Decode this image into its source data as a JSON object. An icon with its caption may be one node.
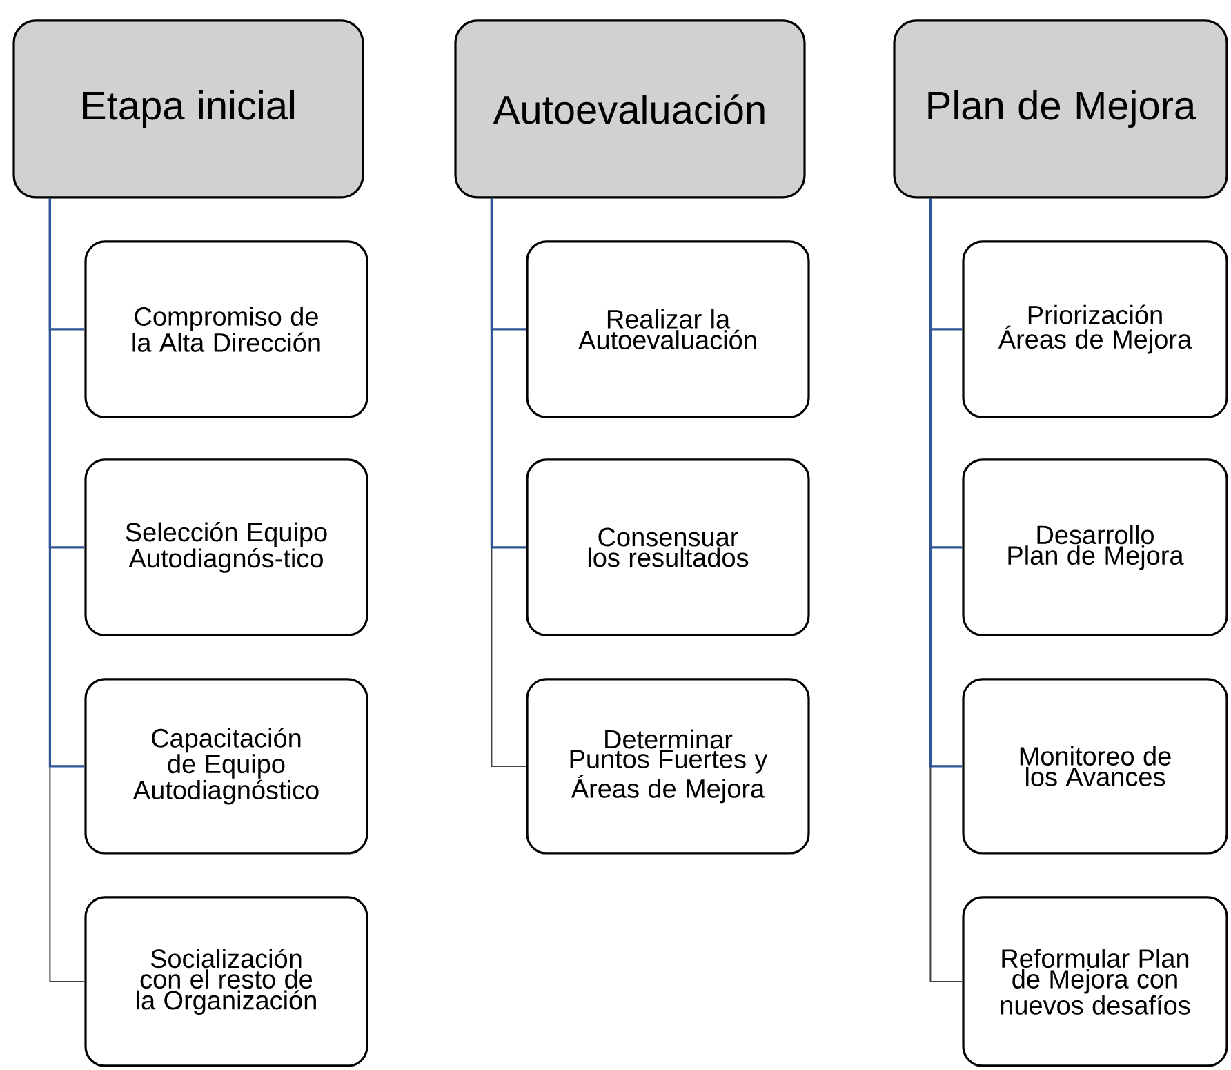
{
  "diagram": {
    "nodes": [
      {
        "text": [
          "Etapa inicial"
        ]
      },
      {
        "text": [
          "Compromiso de la Alta Dirección"
        ]
      },
      {
        "text": [
          "Selección Equipo Autodiagnós-tico"
        ]
      },
      {
        "text": [
          "Capacitación de Equipo Autodiagnóstico"
        ]
      },
      {
        "text": [
          "Socialización con el resto de la Organización"
        ]
      },
      {
        "text": [
          "Autoevaluación"
        ]
      },
      {
        "text": [
          "Realizar la Autoevaluación"
        ]
      },
      {
        "text": [
          "Consensuar los resultados"
        ]
      },
      {
        "text": [
          "Determinar Puntos Fuertes y Áreas de Mejora"
        ]
      },
      {
        "text": [
          "Plan de Mejora"
        ]
      },
      {
        "text": [
          "Priorización Áreas de Mejora"
        ]
      },
      {
        "text": [
          "Desarrollo Plan de Mejora"
        ]
      },
      {
        "text": [
          "Monitoreo de los Avances"
        ]
      },
      {
        "text": [
          "Reformular Plan de Mejora con nuevos desafíos"
        ]
      }
    ],
    "edges": [
      {
        "from": 0,
        "to": 1,
        "arrow": "none"
      },
      {
        "from": 0,
        "to": 2,
        "arrow": "none"
      },
      {
        "from": 0,
        "to": 3,
        "arrow": "none"
      },
      {
        "from": 0,
        "to": 4,
        "arrow": "none",
        "color": "#404040"
      },
      {
        "from": 5,
        "to": 6,
        "arrow": "none"
      },
      {
        "from": 5,
        "to": 7,
        "arrow": "none"
      },
      {
        "from": 5,
        "to": 8,
        "arrow": "none",
        "color": "#404040"
      },
      {
        "from": 9,
        "to": 10,
        "arrow": "none"
      },
      {
        "from": 9,
        "to": 11,
        "arrow": "none"
      },
      {
        "from": 9,
        "to": 12,
        "arrow": "none"
      },
      {
        "from": 9,
        "to": 13,
        "arrow": "none",
        "color": "#404040"
      }
    ]
  }
}
